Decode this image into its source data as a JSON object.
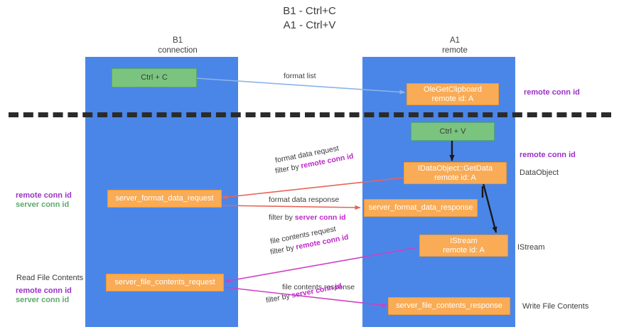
{
  "title": "B1 - Ctrl+C\nA1 - Ctrl+V",
  "columns": {
    "left": "B1\nconnection",
    "right": "A1\nremote"
  },
  "nodes": {
    "ctrl_c": "Ctrl + C",
    "ole_dataobject": "OleGetClipboard\nremote id: A",
    "ctrl_v": "Ctrl + V",
    "getdata": "IDataObject::GetData\nremote id: A",
    "format_data_request": "server_format_data_request",
    "format_data_response": "server_format_data_response",
    "istream": "IStream\nremote id: A",
    "file_contents_request": "server_file_contents_request",
    "file_contents_response": "server_file_contents_response"
  },
  "edges": {
    "format_list": "format list",
    "format_data_request_line1": "format data request",
    "format_data_request_line2_prefix": "filter by ",
    "format_data_request_line2_key": "remote conn id",
    "format_data_response_line1": "format data response",
    "format_data_response_line2_prefix": "filter by ",
    "format_data_response_line2_key": "server conn id",
    "file_contents_request_line1": "file contents request",
    "file_contents_request_line2_prefix": "filter by ",
    "file_contents_request_line2_key": "remote conn id",
    "file_contents_response_line1": "file contents response",
    "file_contents_response_line2_prefix": "filter by ",
    "file_contents_response_line2_key": "server conn id"
  },
  "annotations": {
    "right_remote_conn_top": "remote conn id",
    "right_remote_conn_mid": "remote conn id",
    "right_dataobject": "DataObject",
    "right_istream": "IStream",
    "right_write_file_contents": "Write File Contents",
    "left_remote_conn_id": "remote conn id",
    "left_server_conn_id": "server conn id",
    "left_read_file_contents": "Read File Contents",
    "left_remote_conn_id_2": "remote conn id",
    "left_server_conn_id_2": "server conn id"
  },
  "colors": {
    "lane": "#4a86e8",
    "node_green": "#7bc47f",
    "node_orange": "#f9ab55",
    "key_purple": "#9b30c7",
    "key_green": "#5fa96a",
    "arrow_blue": "#8ab4e8",
    "arrow_red": "#e8645a",
    "arrow_magenta": "#cf3fc4",
    "arrow_black": "#1a1a1a",
    "divider": "#2b2b2b",
    "background": "#ffffff"
  }
}
